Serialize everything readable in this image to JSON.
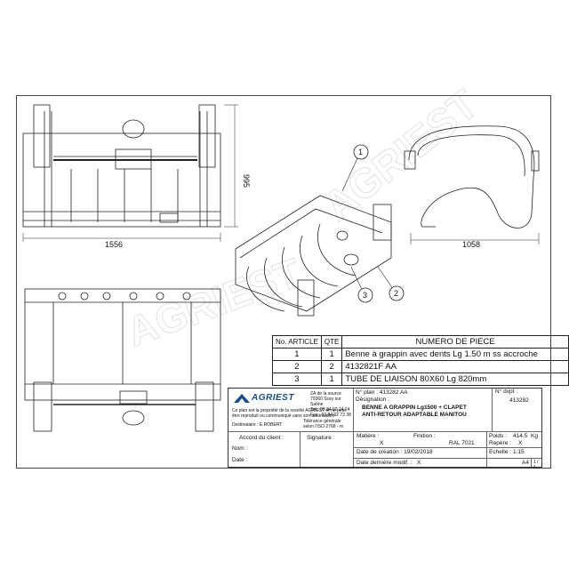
{
  "dimensions": {
    "front_width": "1556",
    "front_height": "995",
    "side_depth": "1058"
  },
  "balloons": [
    {
      "id": "balloon-1",
      "label": "1"
    },
    {
      "id": "balloon-2",
      "label": "2"
    },
    {
      "id": "balloon-3",
      "label": "3"
    }
  ],
  "watermark": "AGRIEST",
  "bom": {
    "headers": {
      "no": "No. ARTICLE",
      "qte": "QTE",
      "name": "NUMERO DE PIECE"
    },
    "rows": [
      {
        "no": "1",
        "qte": "1",
        "name": "Benne à grappin avec dents Lg 1.50 m ss accroche"
      },
      {
        "no": "2",
        "qte": "2",
        "name": "4132821F AA"
      },
      {
        "no": "3",
        "qte": "1",
        "name": "TUBE DE LIAISON 80X60 Lg 820mm"
      }
    ]
  },
  "title_block": {
    "company": "AGRIEST",
    "address": [
      "ZA de la source",
      "70360 Scey sur Saône",
      "Tél : 03 84 92 24 24",
      "Fax : 03 84 92 73 38"
    ],
    "property_notice": "Ce plan est la propriété de la société AGRIEST et ne peut être reproduit ou communiqué sans son autorisation",
    "destinataire": "Destinataire : E.ROBERT",
    "tolerance": "Tolérance générale selon l'ISO 2768 - m",
    "accord_label": "Accord du client :",
    "signature_label": "Signature :",
    "nom_label": "Nom :",
    "date_label": "Date :",
    "plan_no": "N° plan : 413282 AA",
    "designation_label": "Désignation :",
    "designation_line1": "BENNE A GRAPPIN Lg1500 + CLAPET",
    "designation_line2": "ANTI-RETOUR ADAPTABLE MANITOU",
    "devpt_label": "N° dvpt :",
    "devpt_value": "413282",
    "matiere_label": "Matière :",
    "matiere_value": "X",
    "finition_label": "Finition :",
    "finition_value": "RAL 7021",
    "poids_label": "Poids :",
    "poids_value": "414.5",
    "poids_unit": "Kg",
    "repere_label": "Repère :",
    "repere_value": "X",
    "creation_label": "Date de création : 19/02/2018",
    "echelle_label": "Echelle :",
    "echelle_value": "1:15",
    "modif_label": "Date dernière modif. :",
    "modif_value": "X",
    "format_value": "A4",
    "page_value": "1 / 1"
  }
}
